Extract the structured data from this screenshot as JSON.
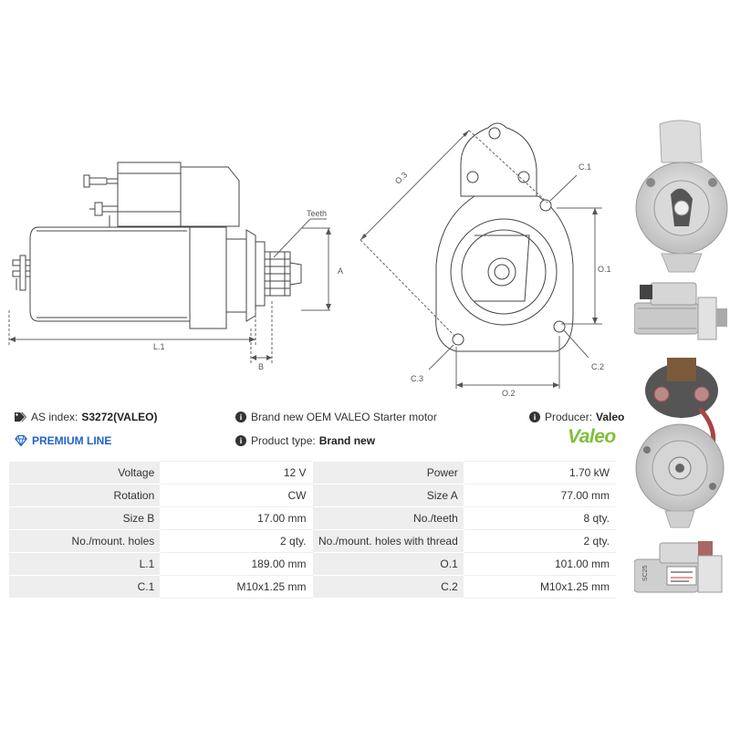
{
  "drawing": {
    "side_labels": {
      "teeth": "Teeth",
      "a": "A",
      "l1": "L.1",
      "b": "B"
    },
    "front_labels": {
      "o3": "O.3",
      "c1": "C.1",
      "o1": "O.1",
      "c2": "C.2",
      "c3": "C.3",
      "o2": "O.2"
    }
  },
  "info": {
    "as_index_label": "AS index:",
    "as_index_value": "S3272(VALEO)",
    "premium_line": "PREMIUM LINE",
    "description": "Brand new OEM VALEO Starter motor",
    "product_type_label": "Product type:",
    "product_type_value": "Brand new",
    "producer_label": "Producer:",
    "producer_value": "Valeo",
    "brand_logo_text": "Valeo"
  },
  "specs": [
    {
      "label_1": "Voltage",
      "value_1": "12 V",
      "label_2": "Power",
      "value_2": "1.70 kW"
    },
    {
      "label_1": "Rotation",
      "value_1": "CW",
      "label_2": "Size A",
      "value_2": "77.00 mm"
    },
    {
      "label_1": "Size B",
      "value_1": "17.00 mm",
      "label_2": "No./teeth",
      "value_2": "8 qty."
    },
    {
      "label_1": "No./mount. holes",
      "value_1": "2 qty.",
      "label_2": "No./mount. holes with thread",
      "value_2": "2 qty."
    },
    {
      "label_1": "L.1",
      "value_1": "189.00 mm",
      "label_2": "O.1",
      "value_2": "101.00 mm"
    },
    {
      "label_1": "C.1",
      "value_1": "M10x1.25 mm",
      "label_2": "C.2",
      "value_2": "M10x1.25 mm"
    }
  ],
  "colors": {
    "accent_blue": "#1f63c6",
    "valeo_green": "#7fbf3a",
    "table_label_bg": "#eeeeee"
  }
}
